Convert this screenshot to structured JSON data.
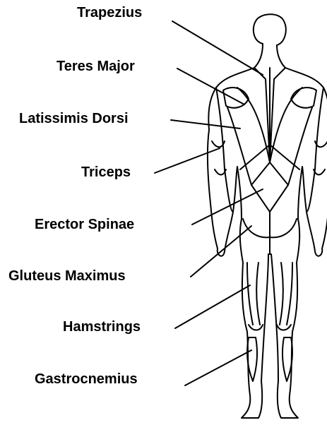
{
  "diagram": {
    "labels": [
      {
        "id": "trapezius",
        "text": "Trapezius"
      },
      {
        "id": "teres-major",
        "text": "Teres Major"
      },
      {
        "id": "latissimis-dorsi",
        "text": "Latissimis Dorsi"
      },
      {
        "id": "triceps",
        "text": "Triceps"
      },
      {
        "id": "erector-spinae",
        "text": "Erector Spinae"
      },
      {
        "id": "gluteus-maximus",
        "text": "Gluteus Maximus"
      },
      {
        "id": "hamstrings",
        "text": "Hamstrings"
      },
      {
        "id": "gastrocnemius",
        "text": "Gastrocnemius"
      }
    ]
  }
}
